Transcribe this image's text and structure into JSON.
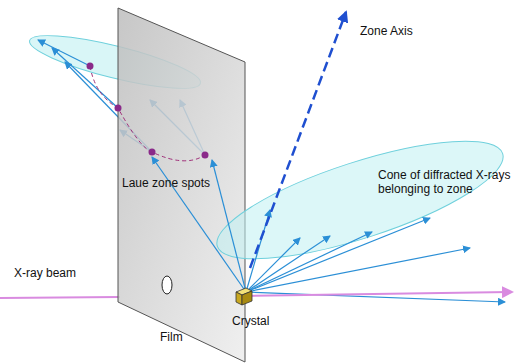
{
  "diagram": {
    "labels": [
      "Zone Axis",
      "Cone of diffracted X-rays belonging to zone",
      "Laue zone spots",
      "X-ray beam",
      "Crystal",
      "Film"
    ]
  }
}
